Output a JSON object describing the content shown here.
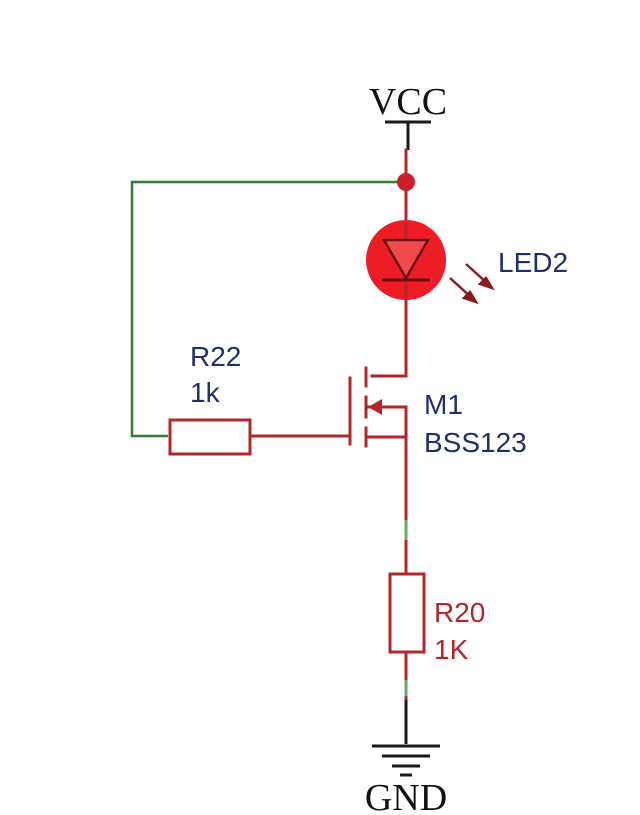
{
  "power": {
    "vcc": "VCC",
    "gnd": "GND"
  },
  "led": {
    "ref": "LED2"
  },
  "mosfet": {
    "ref": "M1",
    "part": "BSS123"
  },
  "r22": {
    "ref": "R22",
    "value": "1k"
  },
  "r20": {
    "ref": "R20",
    "value": "1K"
  },
  "colors": {
    "wire_red": "#b3262a",
    "wire_green": "#2e7d32",
    "led_fill": "#ee1c24",
    "label_blue": "#1f2f6b",
    "junction": "#cc1f2a"
  }
}
